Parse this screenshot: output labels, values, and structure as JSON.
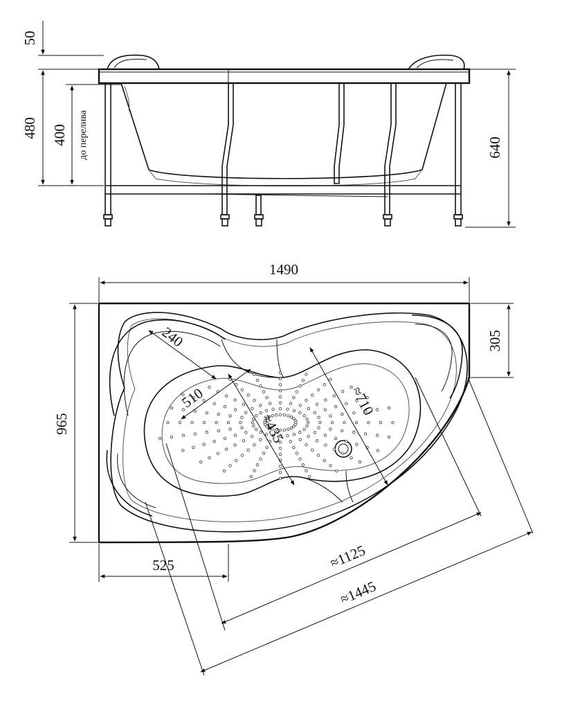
{
  "side_view": {
    "dims": {
      "rim_height": "50",
      "height_to_rim": "480",
      "overflow_height": "400",
      "overflow_label": "до перелива",
      "total_height": "640"
    }
  },
  "top_view": {
    "dims": {
      "overall_length": "1490",
      "overall_width": "965",
      "straight_side_depth": "305",
      "corner_offset": "525",
      "headrest_width": "240",
      "inner_width_510": "510",
      "inner_width_435": "≈435",
      "inner_width_710": "≈710",
      "diagonal_1125": "≈1125",
      "diagonal_1445": "≈1445"
    }
  },
  "colors": {
    "line": "#111111",
    "background": "#ffffff"
  }
}
